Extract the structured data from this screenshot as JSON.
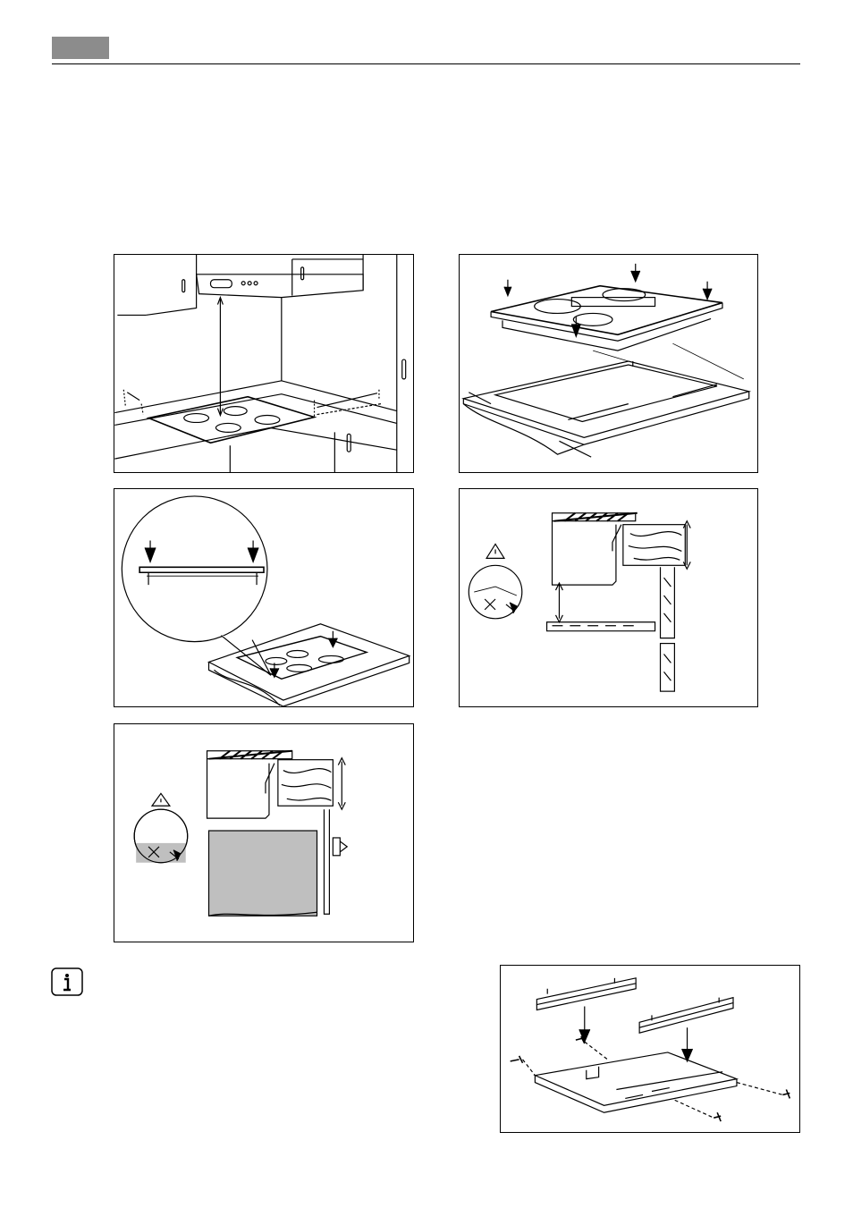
{
  "header": {
    "tab_color": "#8c8c8c",
    "rule_color": "#000000"
  },
  "figures": [
    {
      "name": "kitchen-clearance-figure"
    },
    {
      "name": "hob-cutout-dimensions-figure"
    },
    {
      "name": "seal-detail-figure"
    },
    {
      "name": "cabinet-section-figure"
    },
    {
      "name": "oven-below-section-figure"
    },
    {
      "name": "bracket-assembly-figure"
    }
  ],
  "info_note": {
    "icon": "info-icon"
  }
}
